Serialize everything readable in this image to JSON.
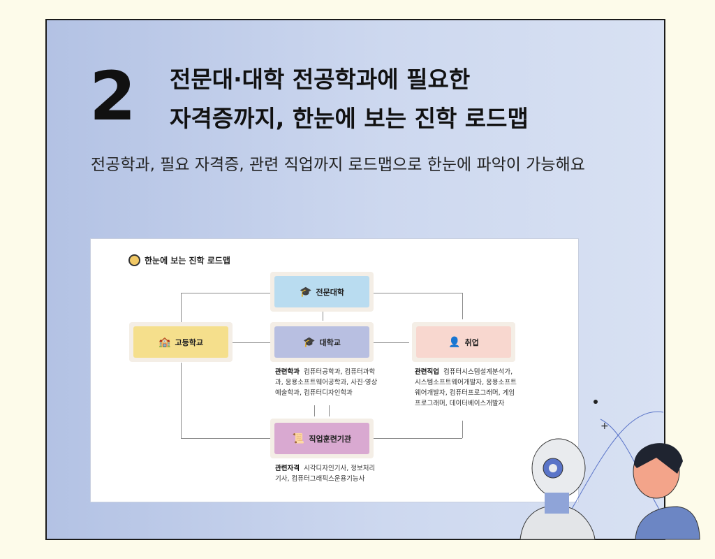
{
  "header": {
    "number": "2",
    "title_line1": "전문대·대학 전공학과에 필요한",
    "title_line2": "자격증까지, 한눈에 보는 진학 로드맵",
    "subtitle": "전공학과, 필요 자격증, 관련 직업까지 로드맵으로 한눈에 파악이 가능해요"
  },
  "diagram": {
    "title": "한눈에 보는 진학 로드맵",
    "nodes": {
      "college": "전문대학",
      "university": "대학교",
      "highschool": "고등학교",
      "job": "취업",
      "training": "직업훈련기관"
    },
    "colors": {
      "college": "#b9dcf0",
      "university": "#b8bfe1",
      "highschool": "#f5df8c",
      "job": "#f8d7cf",
      "training": "#d9a9d1"
    },
    "majors": {
      "label": "관련학과",
      "text": "컴퓨터공학과, 컴퓨터과학과, 응용소프트웨어공학과, 사진·영상예술학과, 컴퓨터디자인학과"
    },
    "jobs": {
      "label": "관련직업",
      "text": "컴퓨터시스템설계분석가, 시스템소프트웨어개발자, 응용소프트웨어개발자, 컴퓨터프로그래머, 게임프로그래머, 데이터베이스개발자"
    },
    "certs": {
      "label": "관련자격",
      "text": "시각디자인기사, 정보처리기사, 컴퓨터그래픽스운용기능사"
    }
  }
}
